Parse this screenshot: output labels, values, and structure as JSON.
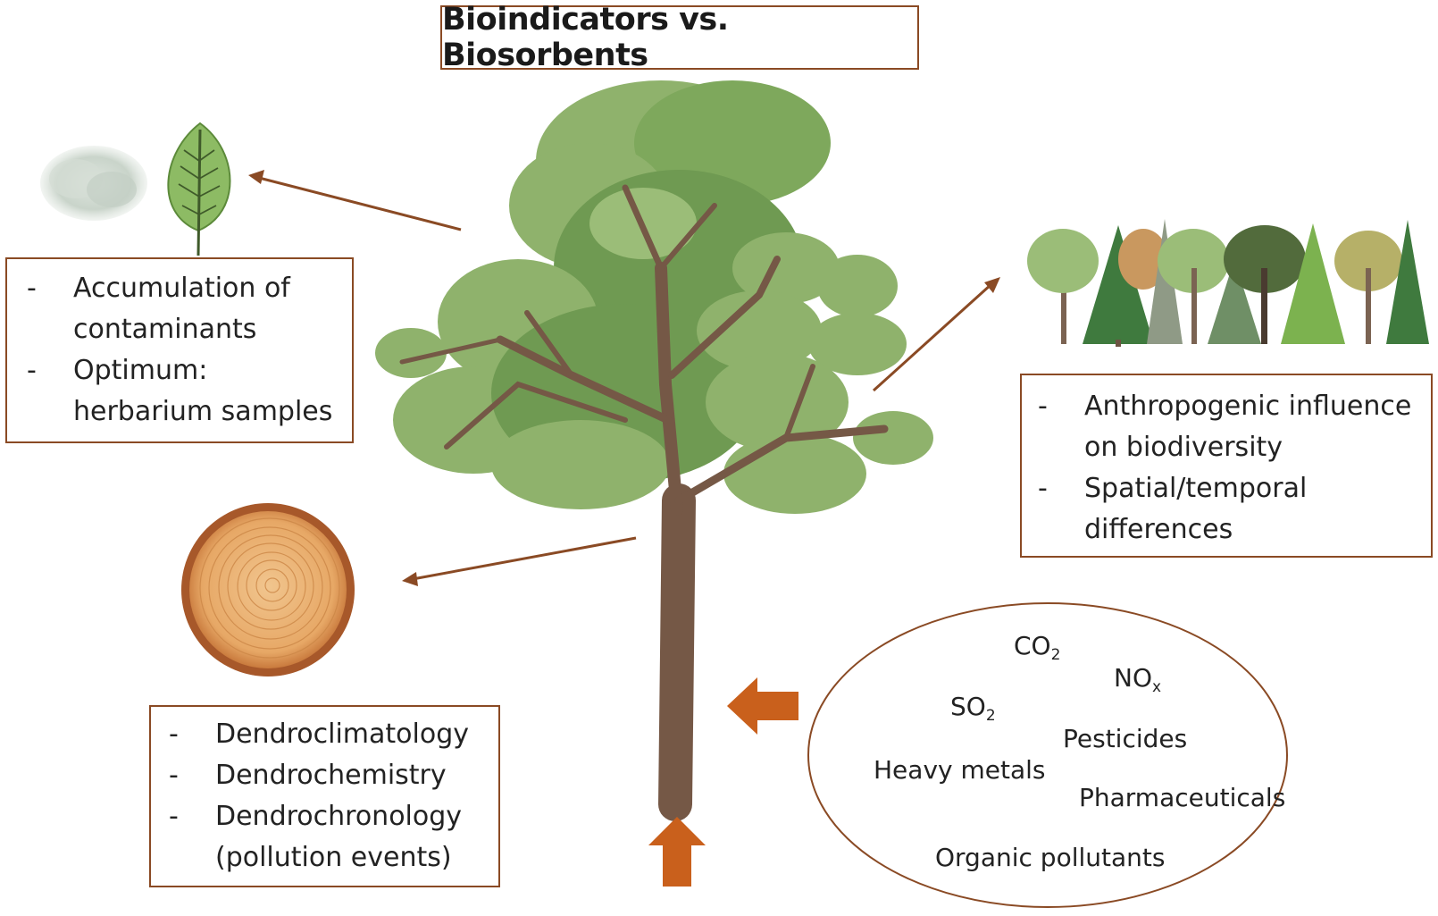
{
  "title": "Bioindicators vs. Biosorbents",
  "boxes": {
    "leaf_box": {
      "items": [
        {
          "dash": "-",
          "text": "Accumulation of contaminants"
        },
        {
          "dash": "-",
          "text": "Optimum: herbarium samples"
        }
      ]
    },
    "forest_box": {
      "items": [
        {
          "dash": "-",
          "text": "Anthropogenic influence on biodiversity"
        },
        {
          "dash": "-",
          "text": "Spatial/temporal differences"
        }
      ]
    },
    "wood_box": {
      "items": [
        {
          "dash": "-",
          "text": "Dendroclimatology"
        },
        {
          "dash": "-",
          "text": "Dendrochemistry"
        },
        {
          "dash": "-",
          "text": "Dendrochronology (pollution events)"
        }
      ]
    }
  },
  "pollutants": {
    "co2": {
      "main": "CO",
      "sub": "2"
    },
    "nox": {
      "main": "NO",
      "sub": "x"
    },
    "so2": {
      "main": "SO",
      "sub": "2"
    },
    "pesticides": "Pesticides",
    "heavy_metals": "Heavy metals",
    "pharmaceuticals": "Pharmaceuticals",
    "organic_pollutants": "Organic pollutants"
  },
  "colors": {
    "border": "#8a4a24",
    "arrow_line": "#8a4a24",
    "block_arrow": "#c9601c",
    "foliage_light": "#8fb26c",
    "foliage_dark": "#6f9a52",
    "trunk": "#755846"
  }
}
